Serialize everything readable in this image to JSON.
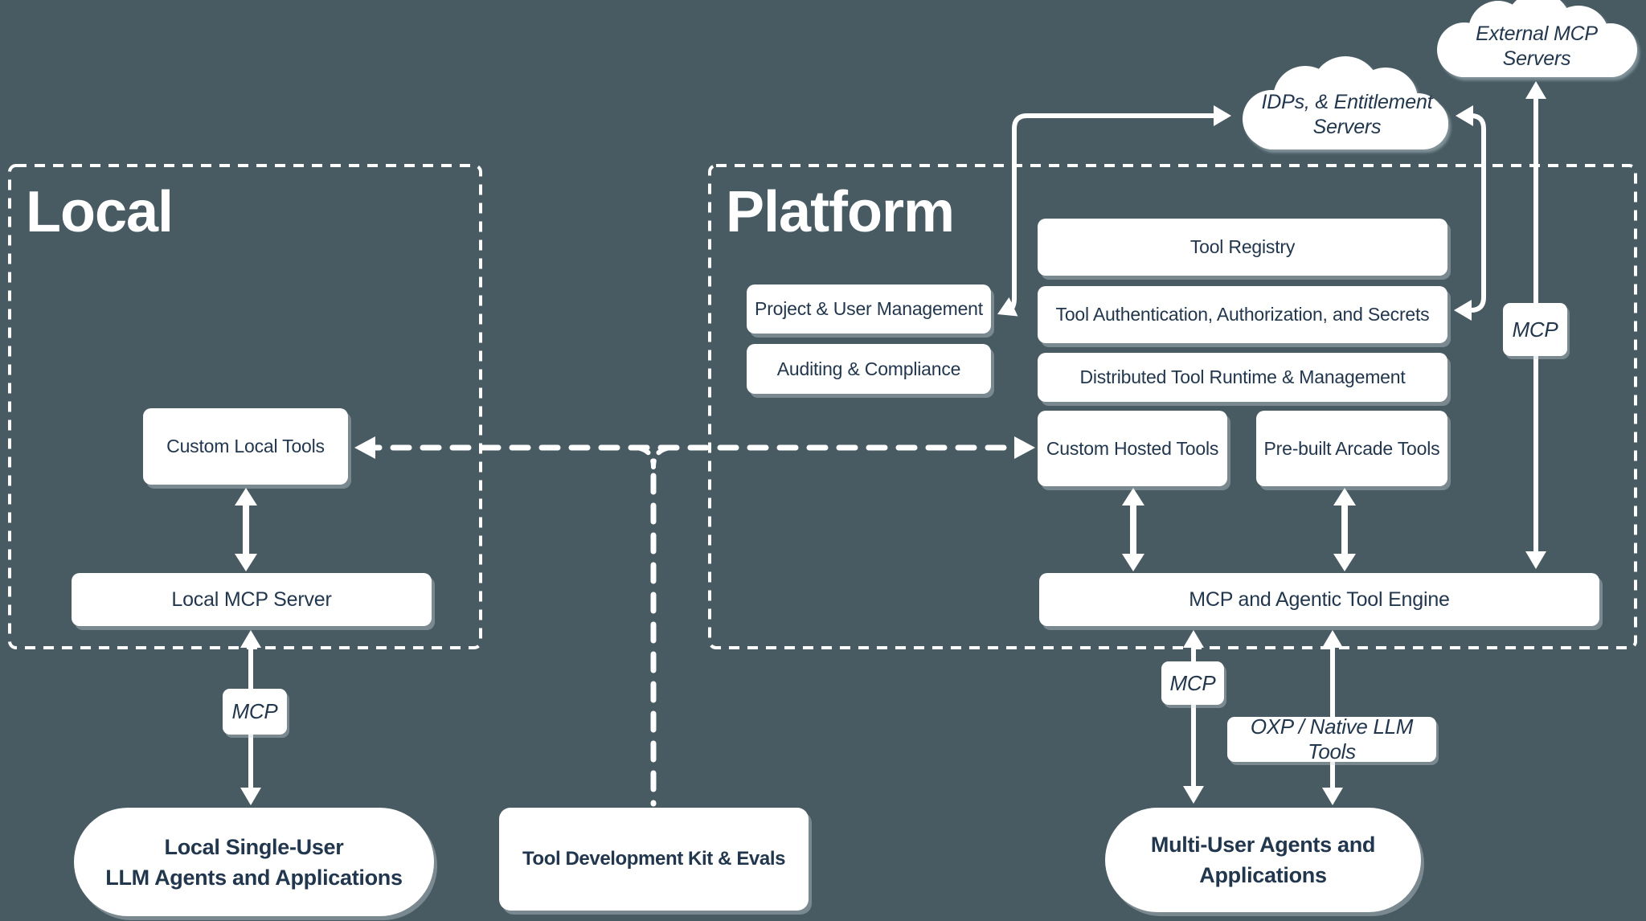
{
  "colors": {
    "background": "#485a62",
    "box_fill": "#ffffff",
    "text_navy": "#22374d",
    "line_white": "#ffffff"
  },
  "clouds": {
    "external": {
      "label": "External MCP Servers"
    },
    "idps": {
      "label_line1": "IDPs, & Entitlement",
      "label_line2": "Servers"
    }
  },
  "local_group": {
    "title": "Local",
    "custom_local_tools": "Custom Local Tools",
    "local_mcp_server": "Local MCP Server",
    "mcp_edge_label": "MCP",
    "agents_pill_line1": "Local Single-User",
    "agents_pill_line2": "LLM Agents and Applications"
  },
  "platform_group": {
    "title": "Platform",
    "tool_registry": "Tool Registry",
    "project_user_management": "Project & User Management",
    "tool_auth": "Tool Authentication, Authorization, and Secrets",
    "auditing_compliance": "Auditing & Compliance",
    "distributed_runtime": "Distributed Tool Runtime & Management",
    "custom_hosted_tools": "Custom Hosted Tools",
    "prebuilt_arcade_tools": "Pre-built Arcade Tools",
    "engine": "MCP and Agentic Tool Engine"
  },
  "edges": {
    "mcp_external_label": "MCP",
    "mcp_multi_user_label": "MCP",
    "oxp_label": "OXP / Native LLM Tools"
  },
  "bottom": {
    "tool_dev_kit": "Tool Development Kit & Evals",
    "multi_user_pill_line1": "Multi-User Agents and",
    "multi_user_pill_line2": "Applications"
  }
}
